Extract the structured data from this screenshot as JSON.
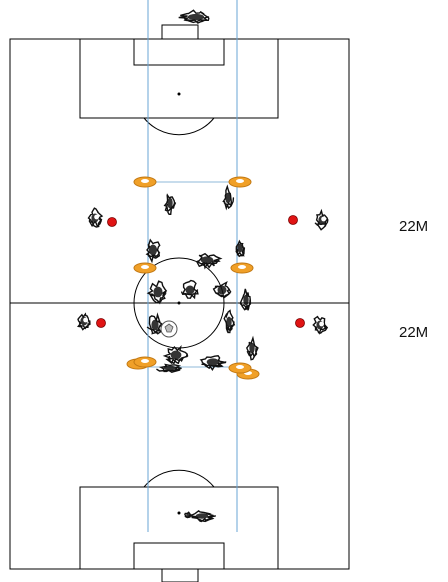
{
  "pitch": {
    "colors": {
      "line": "#000000",
      "guide": "#6aa6d6",
      "grid": "#8fbad8",
      "cone_fill": "#f0a028",
      "cone_edge": "#c27812",
      "marker": "#e01414",
      "player": "#111111",
      "ball": "#bdbdbd"
    },
    "items": {
      "cones": 8,
      "markers": 4,
      "player_groups": 22,
      "ball": 1
    }
  },
  "distances": [
    {
      "id": "upper",
      "text": "22M"
    },
    {
      "id": "lower",
      "text": "22M"
    }
  ]
}
